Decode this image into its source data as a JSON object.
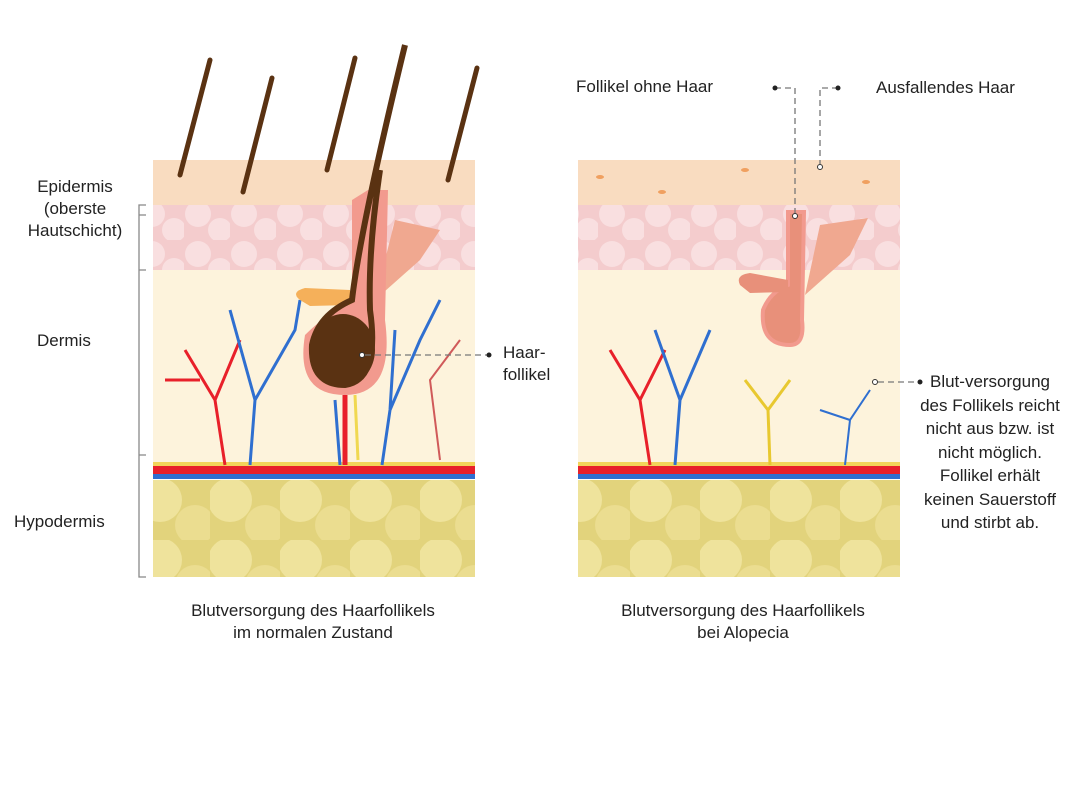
{
  "left_labels": {
    "epidermis": "Epidermis (oberste Hautschicht)",
    "dermis": "Dermis",
    "hypodermis": "Hypodermis",
    "hair_follicle": "Haar-follikel"
  },
  "right_labels": {
    "follicle_without_hair": "Follikel ohne Haar",
    "falling_hair": "Ausfallendes Haar",
    "blood_supply_note": "Blut-versorgung des Follikels reicht nicht aus bzw. ist nicht möglich. Follikel erhält keinen Sauerstoff und stirbt ab."
  },
  "captions": {
    "left_line1": "Blutversorgung des Haarfollikels",
    "left_line2": "im normalen Zustand",
    "right_line1": "Blutversorgung des Haarfollikels",
    "right_line2": "bei Alopecia"
  },
  "colors": {
    "epidermis": "#f9dcc0",
    "pink_layer": "#f4cccd",
    "dermis": "#fdf3dc",
    "hypodermis": "#e6d889",
    "artery": "#e8202a",
    "vein": "#2f6fd0",
    "hair": "#5a3212"
  }
}
